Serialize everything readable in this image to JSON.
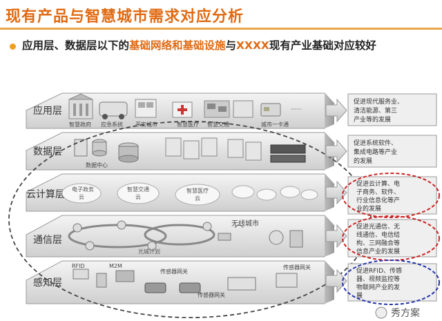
{
  "title": "现有产品与智慧城市需求对应分析",
  "subtitle": {
    "prefix": "应用层、数据层以下的",
    "highlight1": "基础网络和基础设施",
    "middle": "与",
    "highlight2": "XXXX",
    "suffix": "现有产业基础对应较好"
  },
  "layers": [
    {
      "name": "应用层",
      "items": [
        "智慧政府",
        "应急系统",
        "平安城市",
        "智慧医疗",
        "智慧交通",
        "城市一卡通"
      ],
      "result": [
        "促进现代服务业、",
        "清洁能源、第三",
        "产业等的发展"
      ]
    },
    {
      "name": "数据层",
      "items": [
        "数据中心"
      ],
      "result": [
        "促进系统软件、",
        "集成电路等产业",
        "的发展"
      ]
    },
    {
      "name": "云计算层",
      "items": [
        "电子政务",
        "云",
        "智慧交通",
        "云",
        "智慧医疗",
        "云"
      ],
      "result": [
        "促进云计算、电",
        "子商务、软件、",
        "行业信息化等产",
        "业的发展"
      ]
    },
    {
      "name": "通信层",
      "items": [
        "光城计划",
        "无线城市"
      ],
      "result": [
        "促进光通信、无",
        "线通信、电信结",
        "构、三网融合等",
        "信息产业的发展"
      ]
    },
    {
      "name": "感知层",
      "items": [
        "RFID",
        "M2M",
        "传感器网关",
        "传感器网关",
        "传感器网关"
      ],
      "result": [
        "促进RFID、传感",
        "器、视频监控等",
        "物联网产业的发",
        "展"
      ]
    }
  ],
  "watermark": "秀方案"
}
